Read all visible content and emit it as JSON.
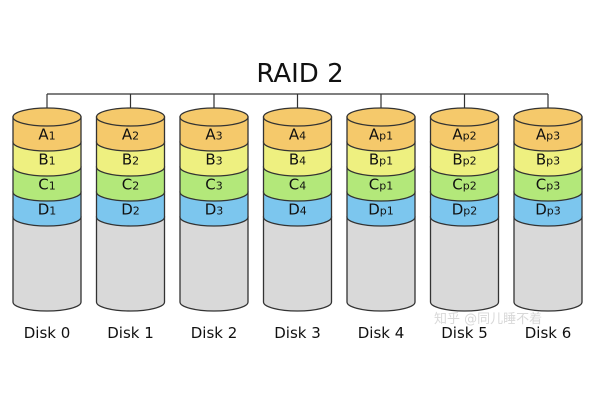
{
  "title": "RAID 2",
  "colors": {
    "row_a": "#f5c96b",
    "row_b": "#eef080",
    "row_c": "#b3e87a",
    "row_d": "#7cc6ee",
    "empty": "#d9d9d9",
    "outline": "#333333"
  },
  "disks": [
    {
      "label": "Disk 0",
      "blocks": [
        {
          "base": "A",
          "sub": "1"
        },
        {
          "base": "B",
          "sub": "1"
        },
        {
          "base": "C",
          "sub": "1"
        },
        {
          "base": "D",
          "sub": "1"
        }
      ]
    },
    {
      "label": "Disk 1",
      "blocks": [
        {
          "base": "A",
          "sub": "2"
        },
        {
          "base": "B",
          "sub": "2"
        },
        {
          "base": "C",
          "sub": "2"
        },
        {
          "base": "D",
          "sub": "2"
        }
      ]
    },
    {
      "label": "Disk 2",
      "blocks": [
        {
          "base": "A",
          "sub": "3"
        },
        {
          "base": "B",
          "sub": "3"
        },
        {
          "base": "C",
          "sub": "3"
        },
        {
          "base": "D",
          "sub": "3"
        }
      ]
    },
    {
      "label": "Disk 3",
      "blocks": [
        {
          "base": "A",
          "sub": "4"
        },
        {
          "base": "B",
          "sub": "4"
        },
        {
          "base": "C",
          "sub": "4"
        },
        {
          "base": "D",
          "sub": "4"
        }
      ]
    },
    {
      "label": "Disk 4",
      "blocks": [
        {
          "base": "A",
          "sub": "p1"
        },
        {
          "base": "B",
          "sub": "p1"
        },
        {
          "base": "C",
          "sub": "p1"
        },
        {
          "base": "D",
          "sub": "p1"
        }
      ]
    },
    {
      "label": "Disk 5",
      "blocks": [
        {
          "base": "A",
          "sub": "p2"
        },
        {
          "base": "B",
          "sub": "p2"
        },
        {
          "base": "C",
          "sub": "p2"
        },
        {
          "base": "D",
          "sub": "p2"
        }
      ]
    },
    {
      "label": "Disk 6",
      "blocks": [
        {
          "base": "A",
          "sub": "p3"
        },
        {
          "base": "B",
          "sub": "p3"
        },
        {
          "base": "C",
          "sub": "p3"
        },
        {
          "base": "D",
          "sub": "p3"
        }
      ]
    }
  ],
  "watermark": "知乎 @同儿睡不着"
}
